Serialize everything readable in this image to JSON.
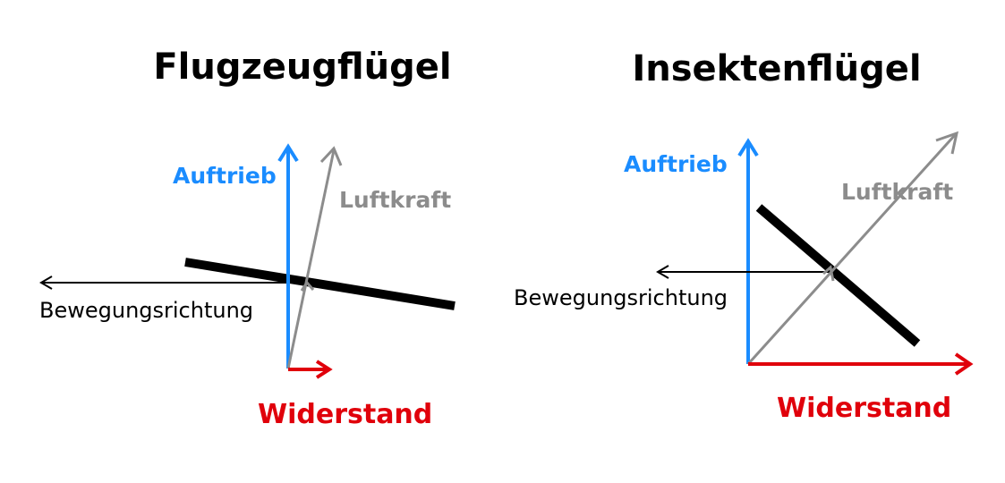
{
  "colors": {
    "lift": "#1a8cff",
    "resultant": "#8c8c8c",
    "drag": "#e0000b",
    "wing": "#000000",
    "text": "#000000"
  },
  "airplane": {
    "title": "Flugzeugflügel",
    "lift_label": "Auftrieb",
    "resultant_label": "Luftkraft",
    "direction_label": "Bewegungsrichtung",
    "drag_label": "Widerstand"
  },
  "insect": {
    "title": "Insektenflügel",
    "lift_label": "Auftrieb",
    "resultant_label": "Luftkraft",
    "direction_label": "Bewegungsrichtung",
    "drag_label": "Widerstand"
  }
}
